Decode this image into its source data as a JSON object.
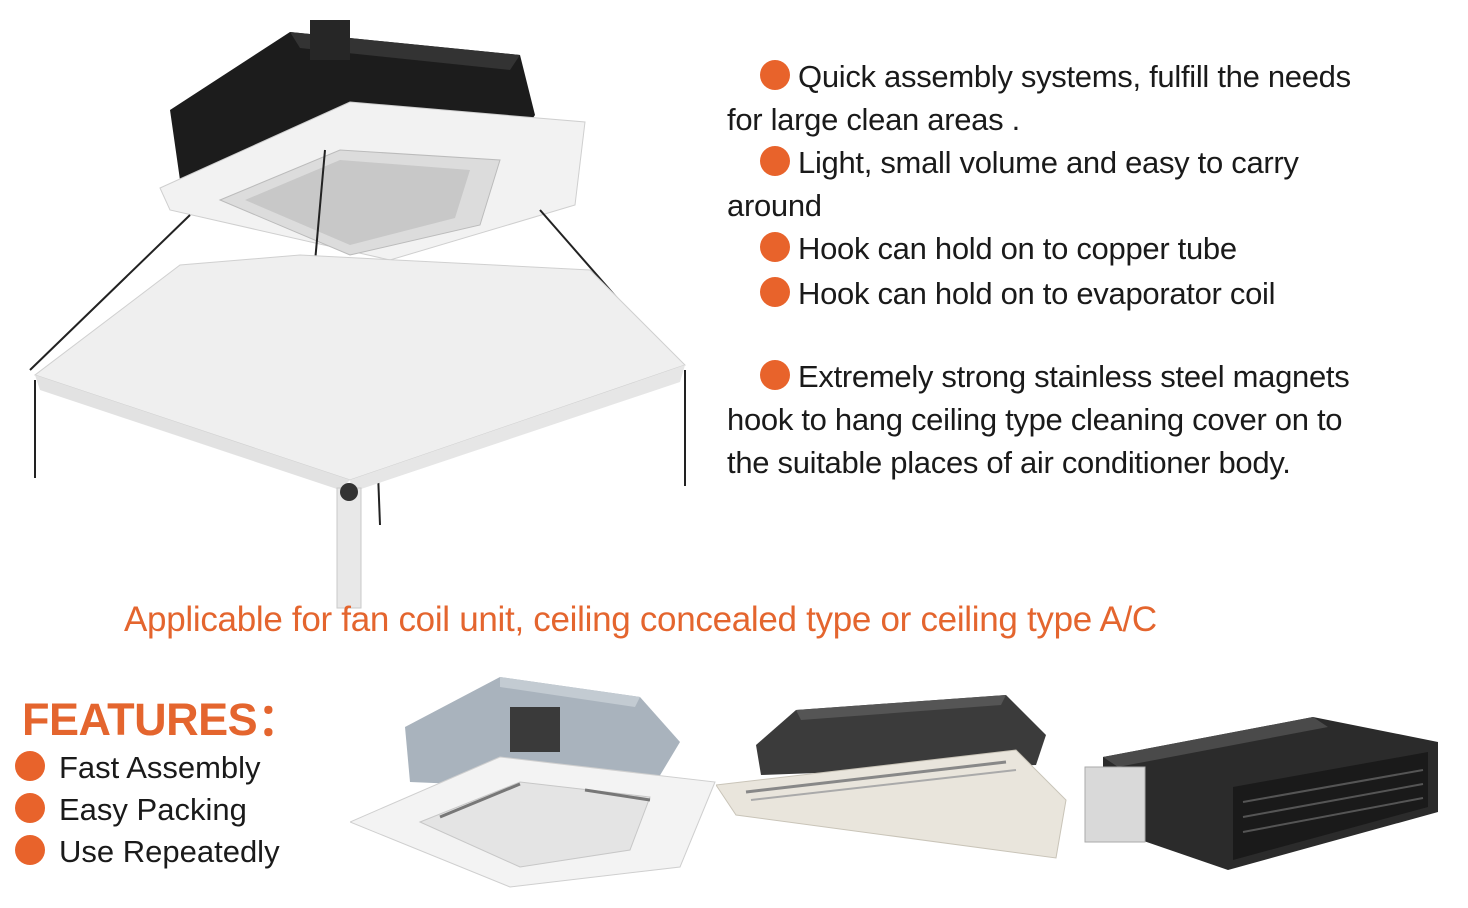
{
  "bullets": [
    {
      "first": "Quick assembly systems, fulfill the needs",
      "rest": "for large clean areas ."
    },
    {
      "first": "Light, small volume and easy to carry",
      "rest": "around"
    },
    {
      "first": "Hook can hold on to copper tube",
      "rest": ""
    },
    {
      "first": "Hook can hold on to evaporator coil",
      "rest": ""
    },
    {
      "first": "Extremely strong stainless steel magnets",
      "rest": "hook to hang ceiling type cleaning cover on to",
      "rest2": "the suitable places of air conditioner body."
    }
  ],
  "applicable_text": "Applicable for fan coil unit, ceiling concealed type or ceiling type A/C",
  "features": {
    "title": "FEATURES：",
    "items": [
      "Fast Assembly",
      "Easy Packing",
      "Use Repeatedly"
    ]
  },
  "colors": {
    "accent": "#e8632b"
  }
}
